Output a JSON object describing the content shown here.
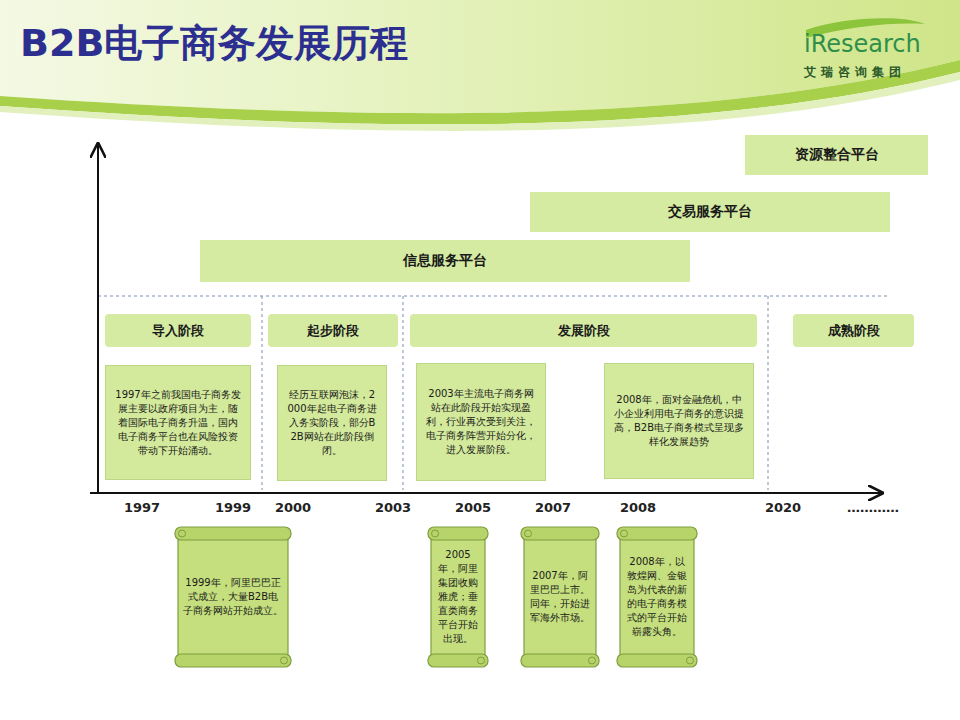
{
  "diagram": {
    "title": "B2B电子商务发展历程",
    "nodes": [
      {
        "text": [
          "资源整合平台"
        ]
      },
      {
        "text": [
          "交易服务平台"
        ]
      },
      {
        "text": [
          "信息服务平台"
        ]
      },
      {
        "text": [
          "导入阶段"
        ]
      },
      {
        "text": [
          "起步阶段"
        ]
      },
      {
        "text": [
          "发展阶段"
        ]
      },
      {
        "text": [
          "成熟阶段"
        ]
      },
      {
        "text": [
          "1997年之前我国电子商务发展主要以政府项目为主，随着国际电子商务升温，国内电子商务平台也在风险投资带动下开始涌动。"
        ]
      },
      {
        "text": [
          "经历互联网泡沫，2000年起电子商务进入务实阶段，部分B2B网站在此阶段倒闭。"
        ]
      },
      {
        "text": [
          "2003年主流电子商务网站在此阶段开始实现盈利，行业再次受到关注，电子商务阵营开始分化，进入发展阶段。"
        ]
      },
      {
        "text": [
          "2008年，面对金融危机，中小企业利用电子商务的意识提高，B2B电子商务模式呈现多样化发展趋势"
        ]
      },
      {
        "text": [
          "1999年，阿里巴巴正式成立，大量B2B电子商务网站开始成立。"
        ]
      },
      {
        "text": [
          "2005年，阿里集团收购雅虎；垂直类商务平台开始出现。"
        ]
      },
      {
        "text": [
          "2007年，阿里巴巴上市。同年，开始进军海外市场。"
        ]
      },
      {
        "text": [
          "2008年，以敦煌网、金银岛为代表的新的电子商务模式的平台开始崭露头角。"
        ]
      }
    ],
    "labels": [
      "iResearch",
      "艾瑞咨询集团",
      "1997",
      "1999",
      "2000",
      "2003",
      "2005",
      "2007",
      "2008",
      "2020",
      "…………"
    ]
  }
}
